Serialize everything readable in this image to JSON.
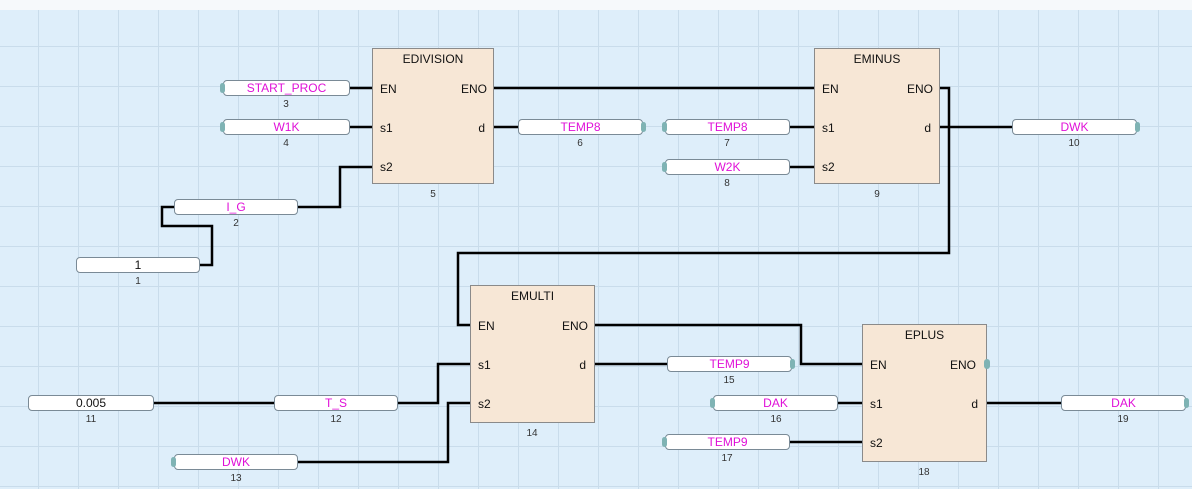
{
  "blocks": {
    "b5": {
      "title": "EDIVISION",
      "en": "EN",
      "eno": "ENO",
      "s1": "s1",
      "s2": "s2",
      "d": "d",
      "index": "5"
    },
    "b9": {
      "title": "EMINUS",
      "en": "EN",
      "eno": "ENO",
      "s1": "s1",
      "s2": "s2",
      "d": "d",
      "index": "9"
    },
    "b14": {
      "title": "EMULTI",
      "en": "EN",
      "eno": "ENO",
      "s1": "s1",
      "s2": "s2",
      "d": "d",
      "index": "14"
    },
    "b18": {
      "title": "EPLUS",
      "en": "EN",
      "eno": "ENO",
      "s1": "s1",
      "s2": "s2",
      "d": "d",
      "index": "18"
    }
  },
  "vars": {
    "v1": {
      "label": "1",
      "index": "1"
    },
    "v2": {
      "label": "I_G",
      "index": "2"
    },
    "v3": {
      "label": "START_PROC",
      "index": "3"
    },
    "v4": {
      "label": "W1K",
      "index": "4"
    },
    "v6": {
      "label": "TEMP8",
      "index": "6"
    },
    "v7": {
      "label": "TEMP8",
      "index": "7"
    },
    "v8": {
      "label": "W2K",
      "index": "8"
    },
    "v10": {
      "label": "DWK",
      "index": "10"
    },
    "v11": {
      "label": "0.005",
      "index": "11"
    },
    "v12": {
      "label": "T_S",
      "index": "12"
    },
    "v13": {
      "label": "DWK",
      "index": "13"
    },
    "v15": {
      "label": "TEMP9",
      "index": "15"
    },
    "v16": {
      "label": "DAK",
      "index": "16"
    },
    "v17": {
      "label": "TEMP9",
      "index": "17"
    },
    "v19": {
      "label": "DAK",
      "index": "19"
    }
  },
  "colors": {
    "canvas": "#deeefa",
    "grid": "#c9dceb",
    "block_fill": "#f7e7d6",
    "variable_text": "#e010d8",
    "constant_text": "#111111",
    "wire": "#000000",
    "pin": "#7fb3b4"
  }
}
